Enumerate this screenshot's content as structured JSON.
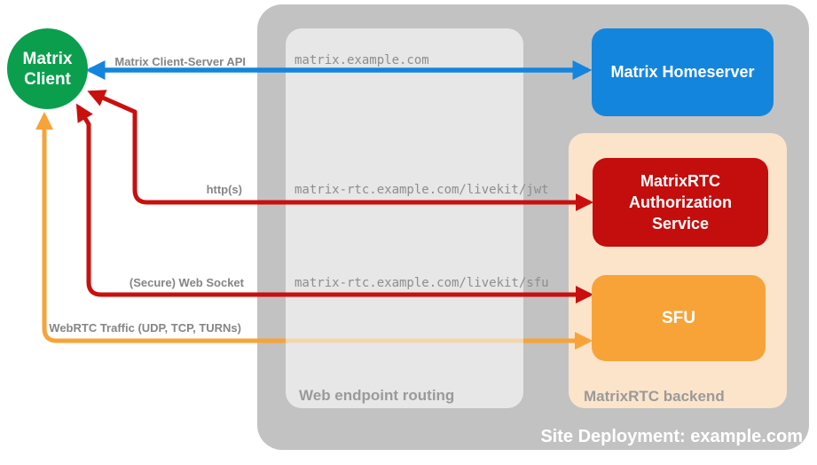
{
  "nodes": {
    "client": {
      "line1": "Matrix",
      "line2": "Client"
    },
    "homeserver": "Matrix Homeserver",
    "auth_service": "MatrixRTC Authorization Service",
    "sfu": "SFU"
  },
  "containers": {
    "site": "Site Deployment: example.com",
    "routing": "Web endpoint routing",
    "backend": "MatrixRTC backend"
  },
  "endpoints": {
    "homeserver": "matrix.example.com",
    "jwt": "matrix-rtc.example.com/livekit/jwt",
    "sfu": "matrix-rtc.example.com/livekit/sfu"
  },
  "arrows": {
    "client_server_api": {
      "label": "Matrix Client-Server API",
      "color": "#1485dd",
      "direction": "bidirectional"
    },
    "https": {
      "label": "http(s)",
      "color": "#c9100e",
      "direction": "bidirectional"
    },
    "websocket": {
      "label": "(Secure) Web Socket",
      "color": "#c9100e",
      "direction": "bidirectional"
    },
    "webrtc": {
      "label": "WebRTC Traffic (UDP, TCP, TURNs)",
      "color": "#f8a337",
      "direction": "bidirectional"
    }
  },
  "palette": {
    "client_green": "#0b9f4d",
    "homeserver_blue": "#1485dd",
    "auth_red": "#c40d0d",
    "sfu_orange": "#f8a337",
    "backend_peach": "#fce4cb",
    "site_gray": "#c2c2c2",
    "routing_gray": "#e7e7e7",
    "label_gray": "#8d8d8d",
    "text_white": "#ffffff"
  }
}
